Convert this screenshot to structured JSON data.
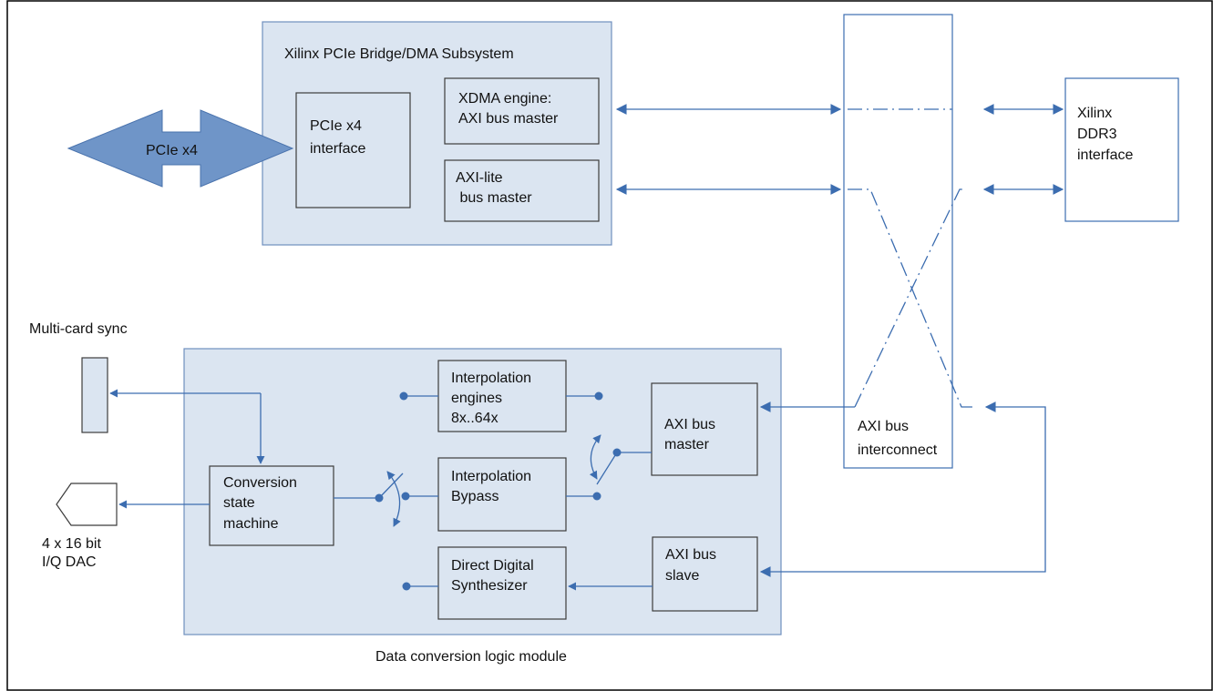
{
  "pcie_subsystem": {
    "title": "Xilinx PCIe Bridge/DMA Subsystem"
  },
  "pcie_arrow": {
    "label": "PCIe x4"
  },
  "pcie_interface": {
    "lines": [
      "PCIe x4",
      "interface"
    ]
  },
  "xdma_engine": {
    "lines": [
      "XDMA engine:",
      "AXI bus master"
    ]
  },
  "axi_lite": {
    "lines": [
      "AXI-lite",
      " bus master"
    ]
  },
  "ddr3": {
    "lines": [
      "Xilinx",
      "DDR3",
      "interface"
    ]
  },
  "axi_interconnect": {
    "lines": [
      "AXI bus",
      "interconnect"
    ]
  },
  "sync": {
    "label": "Multi-card sync"
  },
  "dac": {
    "lines": [
      "4 x 16 bit",
      "I/Q DAC"
    ]
  },
  "logic_module": {
    "label": "Data conversion logic module"
  },
  "interp_engines": {
    "lines": [
      "Interpolation",
      "engines",
      "8x..64x"
    ]
  },
  "interp_bypass": {
    "lines": [
      "Interpolation",
      "Bypass"
    ]
  },
  "dds": {
    "lines": [
      "Direct Digital",
      "Synthesizer"
    ]
  },
  "conversion_sm": {
    "lines": [
      "Conversion",
      "state",
      "machine"
    ]
  },
  "axi_master": {
    "lines": [
      "AXI bus",
      "master"
    ]
  },
  "axi_slave": {
    "lines": [
      "AXI bus",
      "slave"
    ]
  },
  "colors": {
    "block_fill": "#dbe5f1",
    "group_border": "#6f8fbf",
    "connector": "#3c6db0",
    "pcie_arrow_fill": "#6f95c8"
  }
}
